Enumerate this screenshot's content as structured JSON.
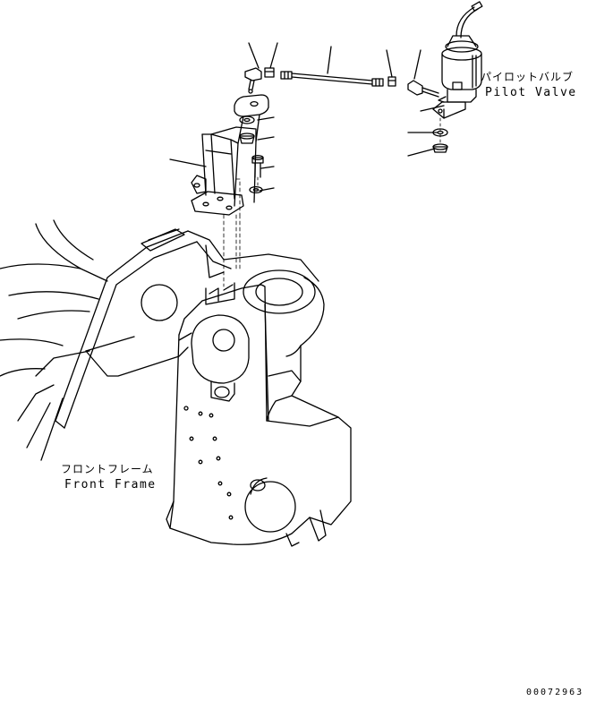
{
  "labels": {
    "pilot_valve_jp": "パイロットバルブ",
    "pilot_valve_en": "Pilot Valve",
    "front_frame_jp": "フロントフレーム",
    "front_frame_en": "Front Frame"
  },
  "drawing_number": "00072963",
  "colors": {
    "line": "#000000",
    "background": "#ffffff"
  }
}
